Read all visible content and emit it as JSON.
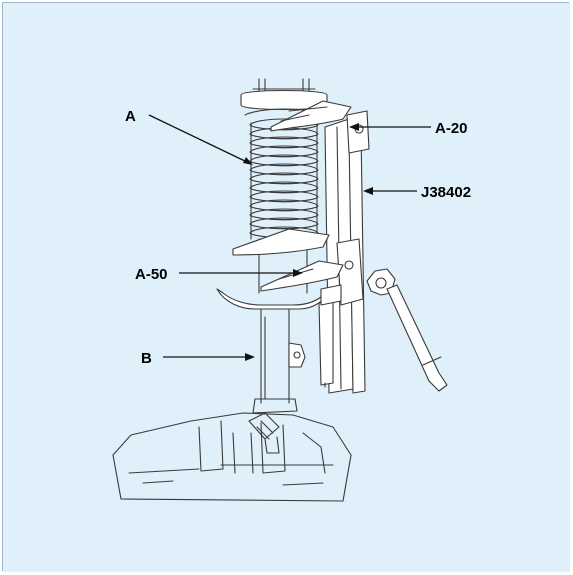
{
  "colors": {
    "background": "#dff0fb",
    "border": "#9fb4c4",
    "line_art": "#3a3a3a",
    "label_text": "#000000"
  },
  "callouts": {
    "a": "A",
    "a20": "A-20",
    "j38402": "J38402",
    "a50": "A-50",
    "b": "B"
  }
}
